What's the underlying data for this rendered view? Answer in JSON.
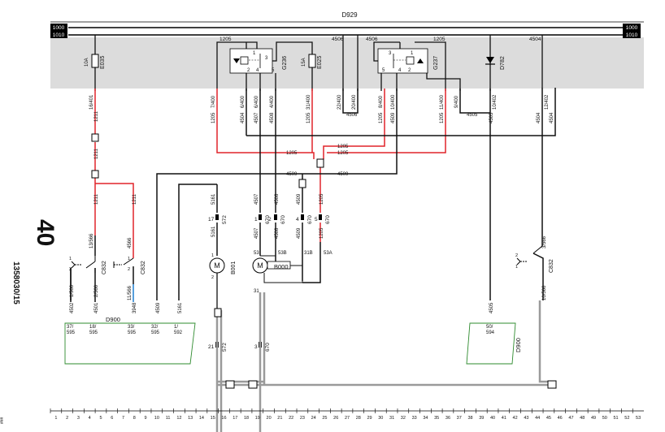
{
  "bus": {
    "name": "D929",
    "top": "1000",
    "bottom": "1010"
  },
  "fuse_e035": {
    "name": "E035",
    "rating": "10A"
  },
  "fuse_e025": {
    "name": "E025",
    "rating": "15A"
  },
  "relay_g236": {
    "name": "G236",
    "pins": [
      "1",
      "2",
      "3",
      "4",
      "5"
    ]
  },
  "relay_g237": {
    "name": "G237",
    "pins": [
      "3",
      "1",
      "5",
      "4",
      "2"
    ]
  },
  "diode_d782": {
    "name": "D782"
  },
  "bus_wires": [
    "1205",
    "4506",
    "4506",
    "1205",
    "4504"
  ],
  "top_wires": [
    "16/401",
    "7/400",
    "6/400",
    "6/400",
    "4/400",
    "31/400",
    "22/400",
    "20/400",
    "8/400",
    "10/400",
    "11/400",
    "9/400",
    "10/402",
    "12/402"
  ],
  "node_wires": [
    "1205",
    "4504",
    "4507",
    "4508",
    "1205",
    "4506",
    "1205",
    "4509",
    "1205",
    "4505",
    "4505",
    "4504",
    "4504"
  ],
  "junction_wires": [
    "1205",
    "1205",
    "1205",
    "4509",
    "4509"
  ],
  "left_wires": [
    "1211",
    "1211",
    "1211",
    "1211",
    "13/566",
    "4566"
  ],
  "connectors": [
    "17",
    "572",
    "1",
    "670",
    "2",
    "670",
    "4",
    "670",
    "5",
    "670",
    "21",
    "572",
    "3",
    "670"
  ],
  "mid_wires": [
    "5161",
    "5161",
    "4507",
    "4508",
    "4509",
    "1205",
    "4507",
    "4508",
    "4509",
    "1205"
  ],
  "motor_b001": {
    "name": "B001",
    "symbol": "M",
    "pin_top": "1",
    "pin_bottom": "2"
  },
  "motor_b000": {
    "name": "B000",
    "symbol": "M",
    "terms": [
      "53",
      "53B",
      "31B",
      "53A"
    ],
    "ground": "31"
  },
  "switch_c832a": {
    "name": "C832",
    "pins": [
      "1",
      "2"
    ]
  },
  "switch_c832b": {
    "name": "C832",
    "pins": [
      "1",
      "2"
    ]
  },
  "switch_c832c": {
    "name": "C832",
    "pins": [
      "2",
      "1"
    ]
  },
  "lower_wires": [
    "1/566",
    "2/566",
    "11/566",
    "3/566",
    "10/566"
  ],
  "connector_d900": {
    "name": "D900",
    "wires": [
      "4502",
      "4501",
      "3948",
      "4509",
      "5161"
    ],
    "pins": [
      "37/",
      "595",
      "18/",
      "595",
      "33/",
      "595",
      "32/",
      "595",
      "1/",
      "592"
    ]
  },
  "connector_d900r": {
    "name": "D900",
    "wire": "4505",
    "pin": "50/",
    "pin2": "594"
  },
  "page": {
    "number": "40",
    "doc": "1358030/15",
    "ref": "###"
  },
  "ruler": [
    "1",
    "2",
    "3",
    "4",
    "5",
    "6",
    "7",
    "8",
    "9",
    "10",
    "11",
    "12",
    "13",
    "14",
    "15",
    "16",
    "17",
    "18",
    "19",
    "20",
    "21",
    "22",
    "23",
    "24",
    "25",
    "26",
    "27",
    "28",
    "29",
    "30",
    "31",
    "32",
    "33",
    "34",
    "35",
    "36",
    "37",
    "38",
    "39",
    "40",
    "41",
    "42",
    "43",
    "44",
    "45",
    "46",
    "47",
    "48",
    "49",
    "50",
    "51",
    "52",
    "53"
  ],
  "colors": {
    "red": "#e0242a",
    "black": "#111111",
    "gray": "#dcdcdc",
    "blue": "#1f7fd0",
    "green": "#2e8b2e",
    "ground": "#9a9a9a"
  }
}
